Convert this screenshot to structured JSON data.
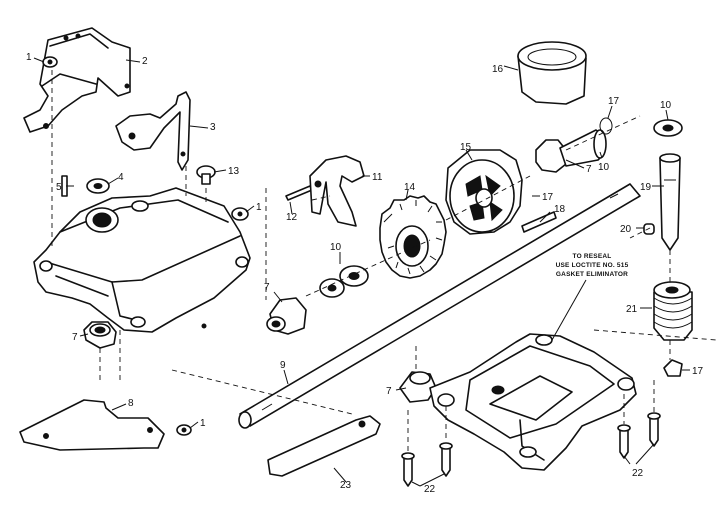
{
  "diagram": {
    "callouts": {
      "p1": "1",
      "p2": "2",
      "p3": "3",
      "p4": "4",
      "p5": "5",
      "p7": "7",
      "p8": "8",
      "p9": "9",
      "p10": "10",
      "p11": "11",
      "p12": "12",
      "p13": "13",
      "p14": "14",
      "p15": "15",
      "p16": "16",
      "p17": "17",
      "p18": "18",
      "p19": "19",
      "p20": "20",
      "p21": "21",
      "p22": "22",
      "p23": "23"
    },
    "note_lines": [
      "TO RESEAL",
      "USE LOCTITE NO. 515",
      "GASKET ELIMINATOR"
    ]
  }
}
